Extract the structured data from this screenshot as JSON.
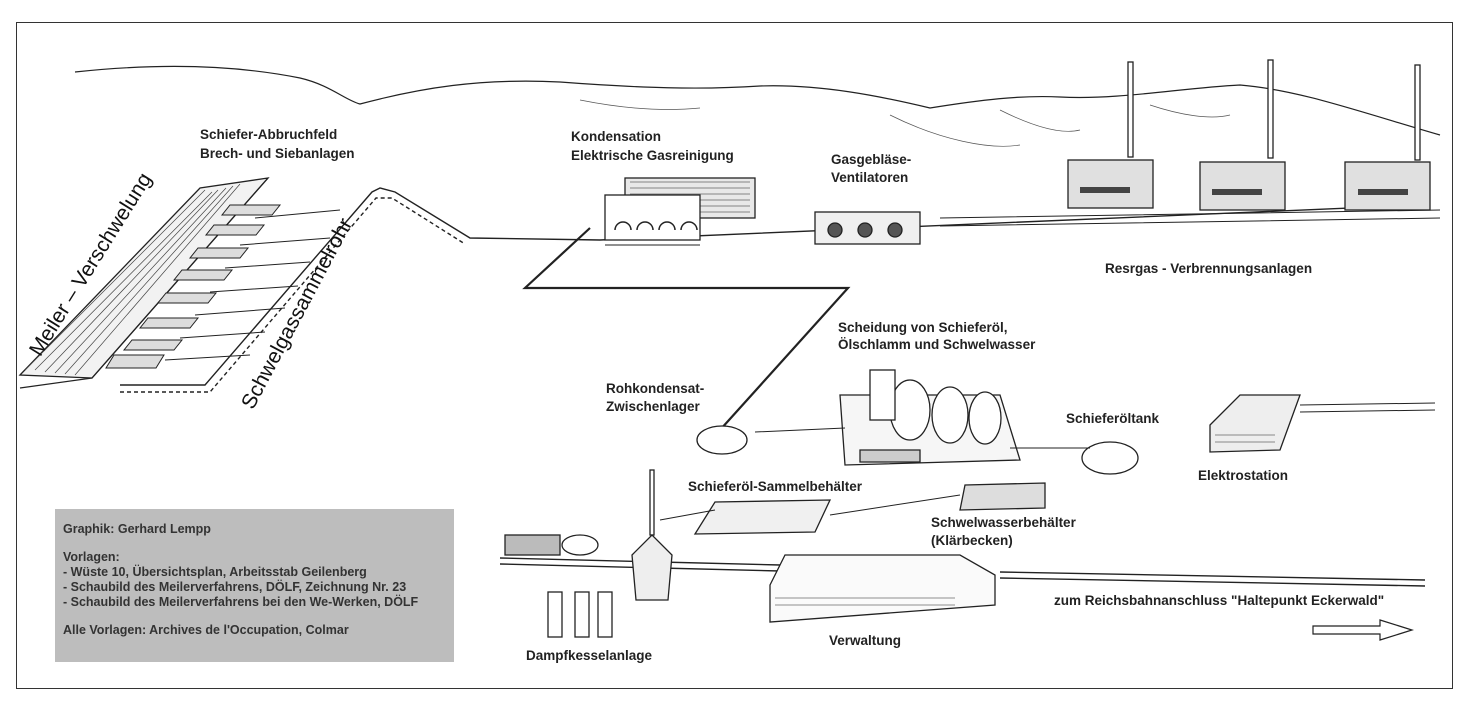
{
  "labels": {
    "meiler": "Meiler – Verschwelung",
    "sammelrohr": "Schwelgassammelrohr",
    "abbruch1": "Schiefer-Abbruchfeld",
    "abbruch2": "Brech- und Siebanlagen",
    "kondensation1": "Kondensation",
    "kondensation2": "Elektrische Gasreinigung",
    "geblaese1": "Gasgebläse-",
    "geblaese2": "Ventilatoren",
    "restgas": "Resrgas - Verbrennungsanlagen",
    "scheidung1": "Scheidung von Schieferöl,",
    "scheidung2": "Ölschlamm und Schwelwasser",
    "rohkond1": "Rohkondensat-",
    "rohkond2": "Zwischenlager",
    "oeltank": "Schieferöltank",
    "elektro": "Elektrostation",
    "sammelbeh": "Schieferöl-Sammelbehälter",
    "schwelwasser1": "Schwelwasserbehälter",
    "schwelwasser2": "(Klärbecken)",
    "dampf": "Dampfkesselanlage",
    "verwaltung": "Verwaltung",
    "reichsbahn": "zum Reichsbahnanschluss \"Haltepunkt Eckerwald\""
  },
  "credits": {
    "author": "Graphik: Gerhard Lempp",
    "vorlagen_title": "Vorlagen:",
    "vorlagen": [
      "- Wüste 10, Übersichtsplan, Arbeitsstab Geilenberg",
      "- Schaubild des Meilerverfahrens, DÖLF, Zeichnung Nr. 23",
      "- Schaubild des Meilerverfahrens bei den We-Werken, DÖLF"
    ],
    "archives": "Alle Vorlagen: Archives de l'Occupation, Colmar"
  },
  "icons": {
    "direction": "arrow-right-icon"
  }
}
